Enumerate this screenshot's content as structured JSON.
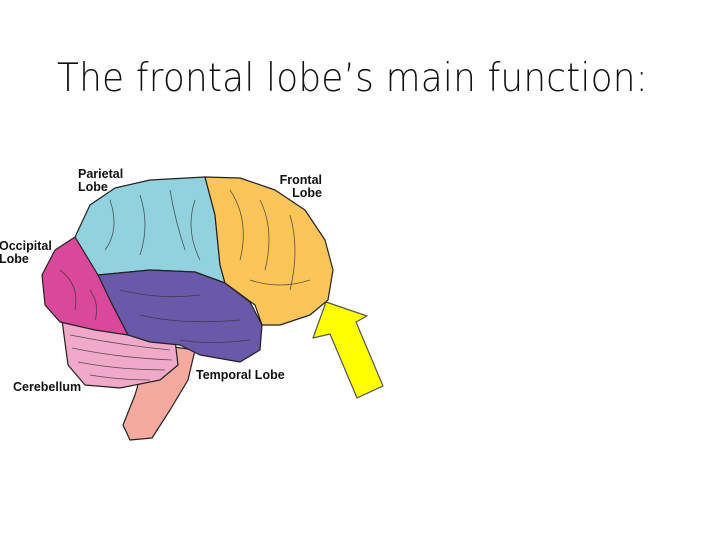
{
  "slide": {
    "title": "The frontal lobe’s main function:"
  },
  "diagram": {
    "labels": {
      "parietal": [
        "Parietal",
        "Lobe"
      ],
      "frontal": [
        "Frontal",
        "Lobe"
      ],
      "occipital": [
        "Occipital",
        "Lobe"
      ],
      "temporal": "Temporal Lobe",
      "cerebellum": "Cerebellum"
    },
    "colors": {
      "parietal": "#92d2df",
      "frontal": "#fcc55a",
      "occipital": "#d9489a",
      "temporal": "#6a58a8",
      "cerebellum": "#f0a9c8",
      "brainstem": "#f5aaa0",
      "arrow": "#ffff00"
    },
    "arrow_icon": "arrow-pointing-at-frontal-lobe"
  }
}
